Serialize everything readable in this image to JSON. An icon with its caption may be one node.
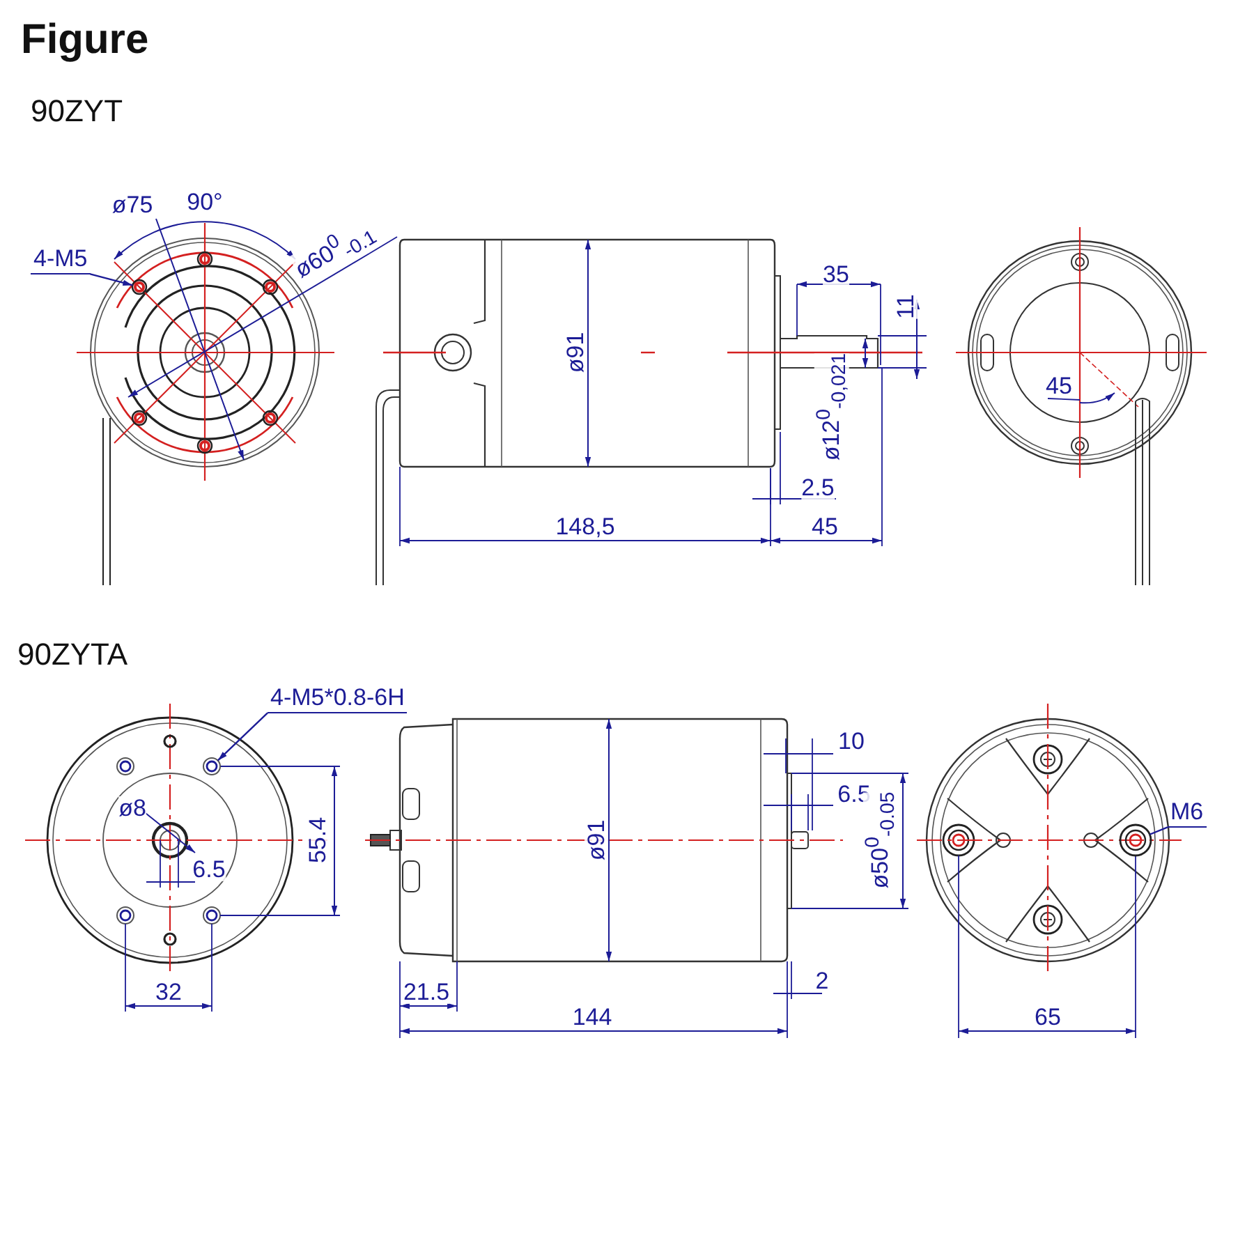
{
  "diagram": {
    "title": "Figure",
    "nodes": [
      {
        "text": [
          "4-M5"
        ]
      },
      {
        "text": [
          "4-M5*0.8-6H"
        ]
      },
      {
        "text": [
          "M6"
        ]
      },
      {
        "text": [],
        "shape": "circle"
      },
      {
        "text": [],
        "shape": "circle"
      },
      {
        "text": [],
        "shape": "circle"
      }
    ],
    "edges": [
      {
        "from": 0,
        "to": 3,
        "arrow": "to"
      },
      {
        "from": 1,
        "to": 4,
        "arrow": "to"
      },
      {
        "from": 2,
        "to": 5,
        "arrow": "none"
      }
    ],
    "labels": [
      "90ZYT",
      "ø75",
      "90°",
      "ø60$^{0}$$_{-0.1}$",
      "35",
      "11",
      "ø91",
      "45",
      "ø12$^{0}$$_{-0,021}$",
      "2.5",
      "148,5",
      "45",
      "90ZYTA",
      "ø8",
      "6.5",
      "55.4",
      "32",
      "10",
      "6.5",
      "ø91",
      "ø50$^{0}$$_{-0.05}$",
      "21.5",
      "2",
      "144",
      "65"
    ]
  }
}
